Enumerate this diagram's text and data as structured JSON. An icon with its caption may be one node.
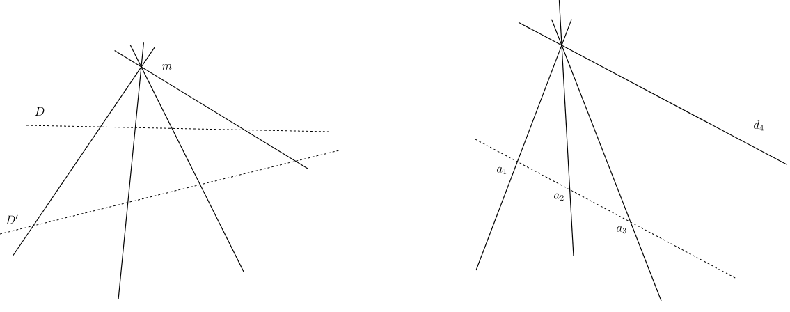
{
  "diagram": {
    "labels": [
      "m",
      "D",
      "D'",
      "d_4",
      "a_1",
      "a_2",
      "a_3"
    ]
  }
}
